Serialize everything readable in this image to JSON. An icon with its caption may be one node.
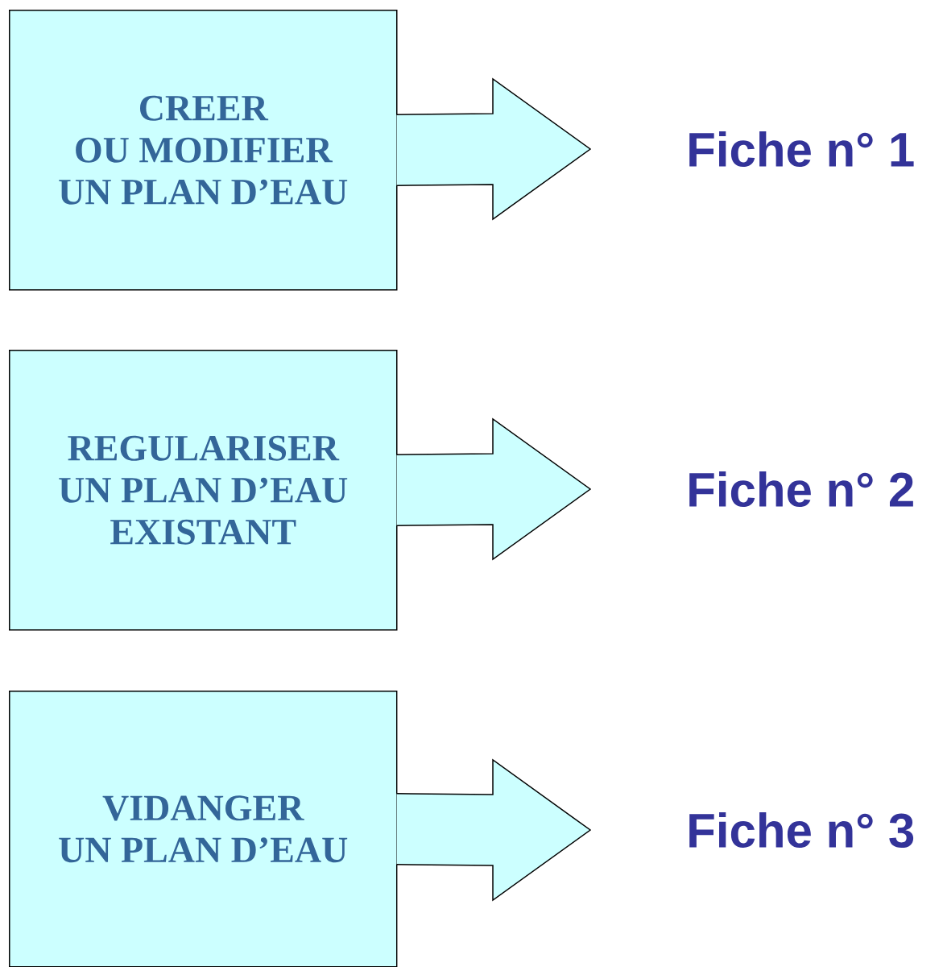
{
  "diagram": {
    "nodes": [
      {
        "text": [
          "CREER OU MODIFIER UN PLAN D’EAU"
        ]
      },
      {
        "text": [
          "Fiche n° 1"
        ]
      },
      {
        "text": [
          "REGULARISER UN PLAN D’EAU EXISTANT"
        ]
      },
      {
        "text": [
          "Fiche n° 2"
        ]
      },
      {
        "text": [
          "VIDANGER UN PLAN D’EAU"
        ]
      },
      {
        "text": [
          "Fiche n° 3"
        ]
      }
    ],
    "edges": [
      {
        "from": 0,
        "to": 1,
        "arrow": "to"
      },
      {
        "from": 2,
        "to": 3,
        "arrow": "to"
      },
      {
        "from": 4,
        "to": 5,
        "arrow": "to"
      }
    ]
  }
}
